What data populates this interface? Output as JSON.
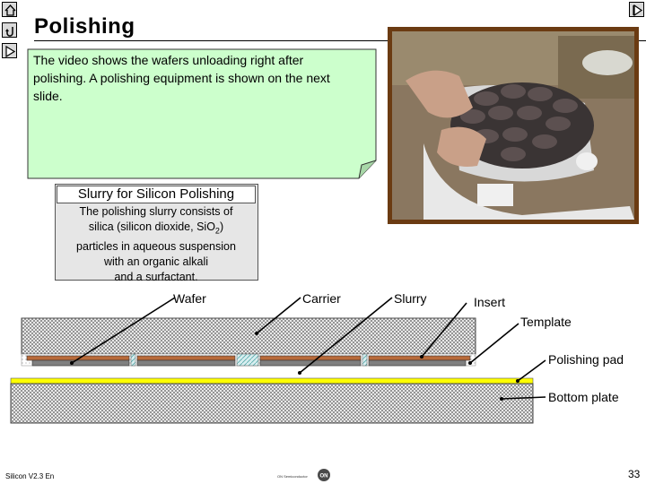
{
  "slide": {
    "title": "Polishing",
    "note_text": "The video shows the wafers unloading right after polishing. A polishing equipment is shown on the next slide.",
    "slurry_heading": "Slurry for Silicon Polishing",
    "slurry_line1": "The polishing slurry consists of",
    "slurry_line2_pre": "silica (silicon dioxide, SiO",
    "slurry_line2_sub": "2",
    "slurry_line2_post": ")",
    "slurry_line3": "particles in aqueous suspension",
    "slurry_line4": "with an organic alkali",
    "slurry_line5": "and a surfactant."
  },
  "diagram": {
    "labels": {
      "wafer": "Wafer",
      "carrier": "Carrier",
      "slurry": "Slurry",
      "insert": "Insert",
      "template": "Template",
      "polishing_pad": "Polishing pad",
      "bottom_plate": "Bottom plate"
    },
    "colors": {
      "pad": "#ffff00",
      "wafer": "#b86a3a",
      "wafer_base": "#7f7f7f",
      "note_fill": "#ccffcc",
      "photo_frame": "#6b3b12"
    }
  },
  "footer": {
    "course": "Silicon V2.3 En",
    "logo_text": "ON Semiconductor",
    "logo_mark": "ON",
    "page_number": "33"
  },
  "nav": {
    "icons": [
      "home-icon",
      "return-icon",
      "next-icon",
      "prev-icon"
    ]
  }
}
